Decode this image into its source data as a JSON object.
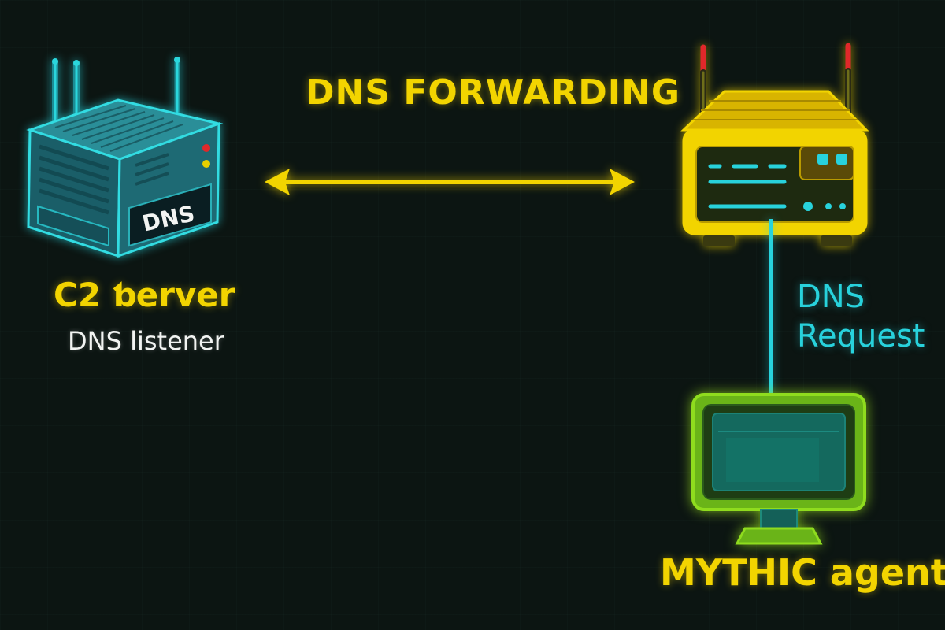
{
  "colors": {
    "yellow": "#f2d400",
    "cyan": "#28d2dc",
    "green": "#8fdc1e",
    "server_body": "#1f6f7a",
    "led_red": "#e0282a",
    "led_yellow": "#e8d000"
  },
  "nodes": {
    "c2_server": {
      "icon": "server-icon",
      "badge": "DNS",
      "title": "C2 ƅerver",
      "subtitle": "DNS listener"
    },
    "redirector": {
      "icon": "router-icon"
    },
    "agent": {
      "icon": "monitor-icon",
      "title": "MYTHIC agent"
    }
  },
  "edges": {
    "forwarding": {
      "label": "DNS FORWARDING",
      "direction": "bidirectional"
    },
    "request": {
      "label_line1": "DNS",
      "label_line2": "Request"
    }
  }
}
